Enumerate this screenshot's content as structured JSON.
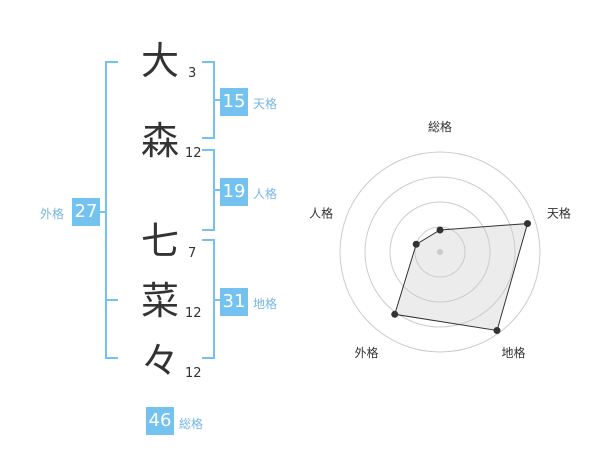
{
  "name": {
    "chars": [
      {
        "char": "大",
        "strokes": "3"
      },
      {
        "char": "森",
        "strokes": "12"
      },
      {
        "char": "七",
        "strokes": "7"
      },
      {
        "char": "菜",
        "strokes": "12"
      },
      {
        "char": "々",
        "strokes": "12"
      }
    ]
  },
  "kaku": {
    "tenkaku": {
      "value": "15",
      "label": "天格"
    },
    "jinkaku": {
      "value": "19",
      "label": "人格"
    },
    "chikaku": {
      "value": "31",
      "label": "地格"
    },
    "gaikaku": {
      "value": "27",
      "label": "外格"
    },
    "soukaku": {
      "value": "46",
      "label": "総格"
    }
  },
  "colors": {
    "accent": "#74c2f0",
    "bracket": "#74c2f0",
    "text": "#333333",
    "label": "#74b6e6"
  },
  "chart_data": {
    "type": "radar",
    "axes": [
      "総格",
      "天格",
      "地格",
      "外格",
      "人格"
    ],
    "values": [
      0.22,
      0.92,
      0.97,
      0.77,
      0.25
    ],
    "rings": 4
  }
}
